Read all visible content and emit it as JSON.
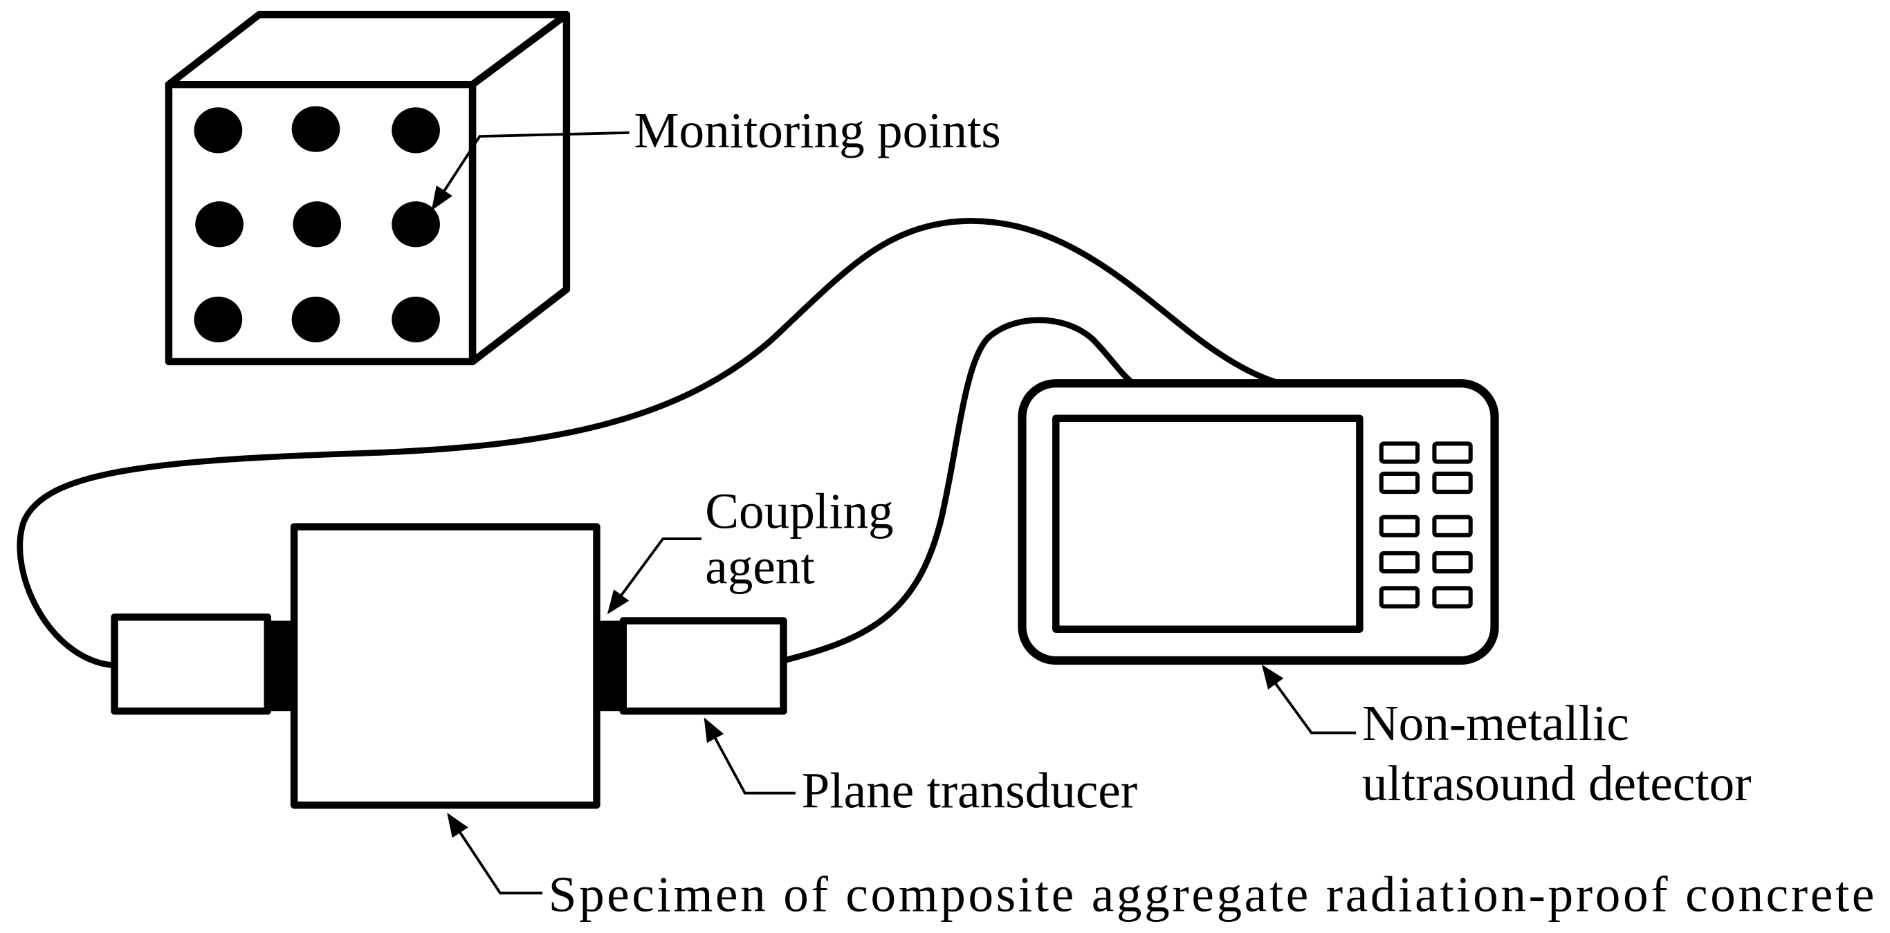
{
  "labels": {
    "monitoring_points": "Monitoring points",
    "coupling_line1": "Coupling",
    "coupling_line2": "agent",
    "plane_transducer": "Plane transducer",
    "detector_line1": "Non-metallic",
    "detector_line2": "ultrasound detector",
    "specimen": "Specimen of composite aggregate radiation-proof concrete"
  },
  "colors": {
    "line": "#000000",
    "background": "#ffffff"
  }
}
